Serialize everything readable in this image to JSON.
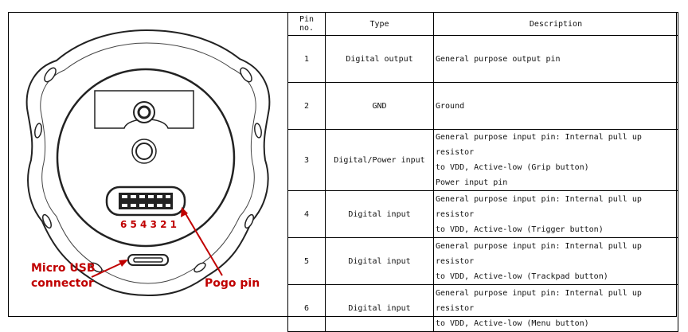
{
  "figure": {
    "pin_numbers": "6 5 4 3 2 1",
    "micro_usb_label_line1": "Micro USB",
    "micro_usb_label_line2": "connector",
    "pogo_pin_label": "Pogo pin",
    "label_color": "#c00000"
  },
  "table": {
    "headers": {
      "pin_no": "Pin no.",
      "type": "Type",
      "description": "Description"
    },
    "rows": [
      {
        "pin": "1",
        "type": "Digital output",
        "desc1": "General purpose output pin",
        "desc2": "",
        "desc3": ""
      },
      {
        "pin": "2",
        "type": "GND",
        "desc1": "Ground",
        "desc2": "",
        "desc3": ""
      },
      {
        "pin": "3",
        "type": "Digital/Power input",
        "desc1": "General purpose input pin: Internal pull up resistor",
        "desc2": "to VDD, Active-low (Grip button)",
        "desc3": "Power input pin"
      },
      {
        "pin": "4",
        "type": "Digital input",
        "desc1": "General purpose input pin: Internal pull up resistor",
        "desc2": "to VDD, Active-low (Trigger button)",
        "desc3": ""
      },
      {
        "pin": "5",
        "type": "Digital input",
        "desc1": "General purpose input pin: Internal pull up resistor",
        "desc2": "to VDD, Active-low (Trackpad button)",
        "desc3": ""
      },
      {
        "pin": "6",
        "type": "Digital input",
        "desc1": "General purpose input pin: Internal pull up resistor",
        "desc2": "to VDD, Active-low (Menu button)",
        "desc3": ""
      }
    ]
  }
}
